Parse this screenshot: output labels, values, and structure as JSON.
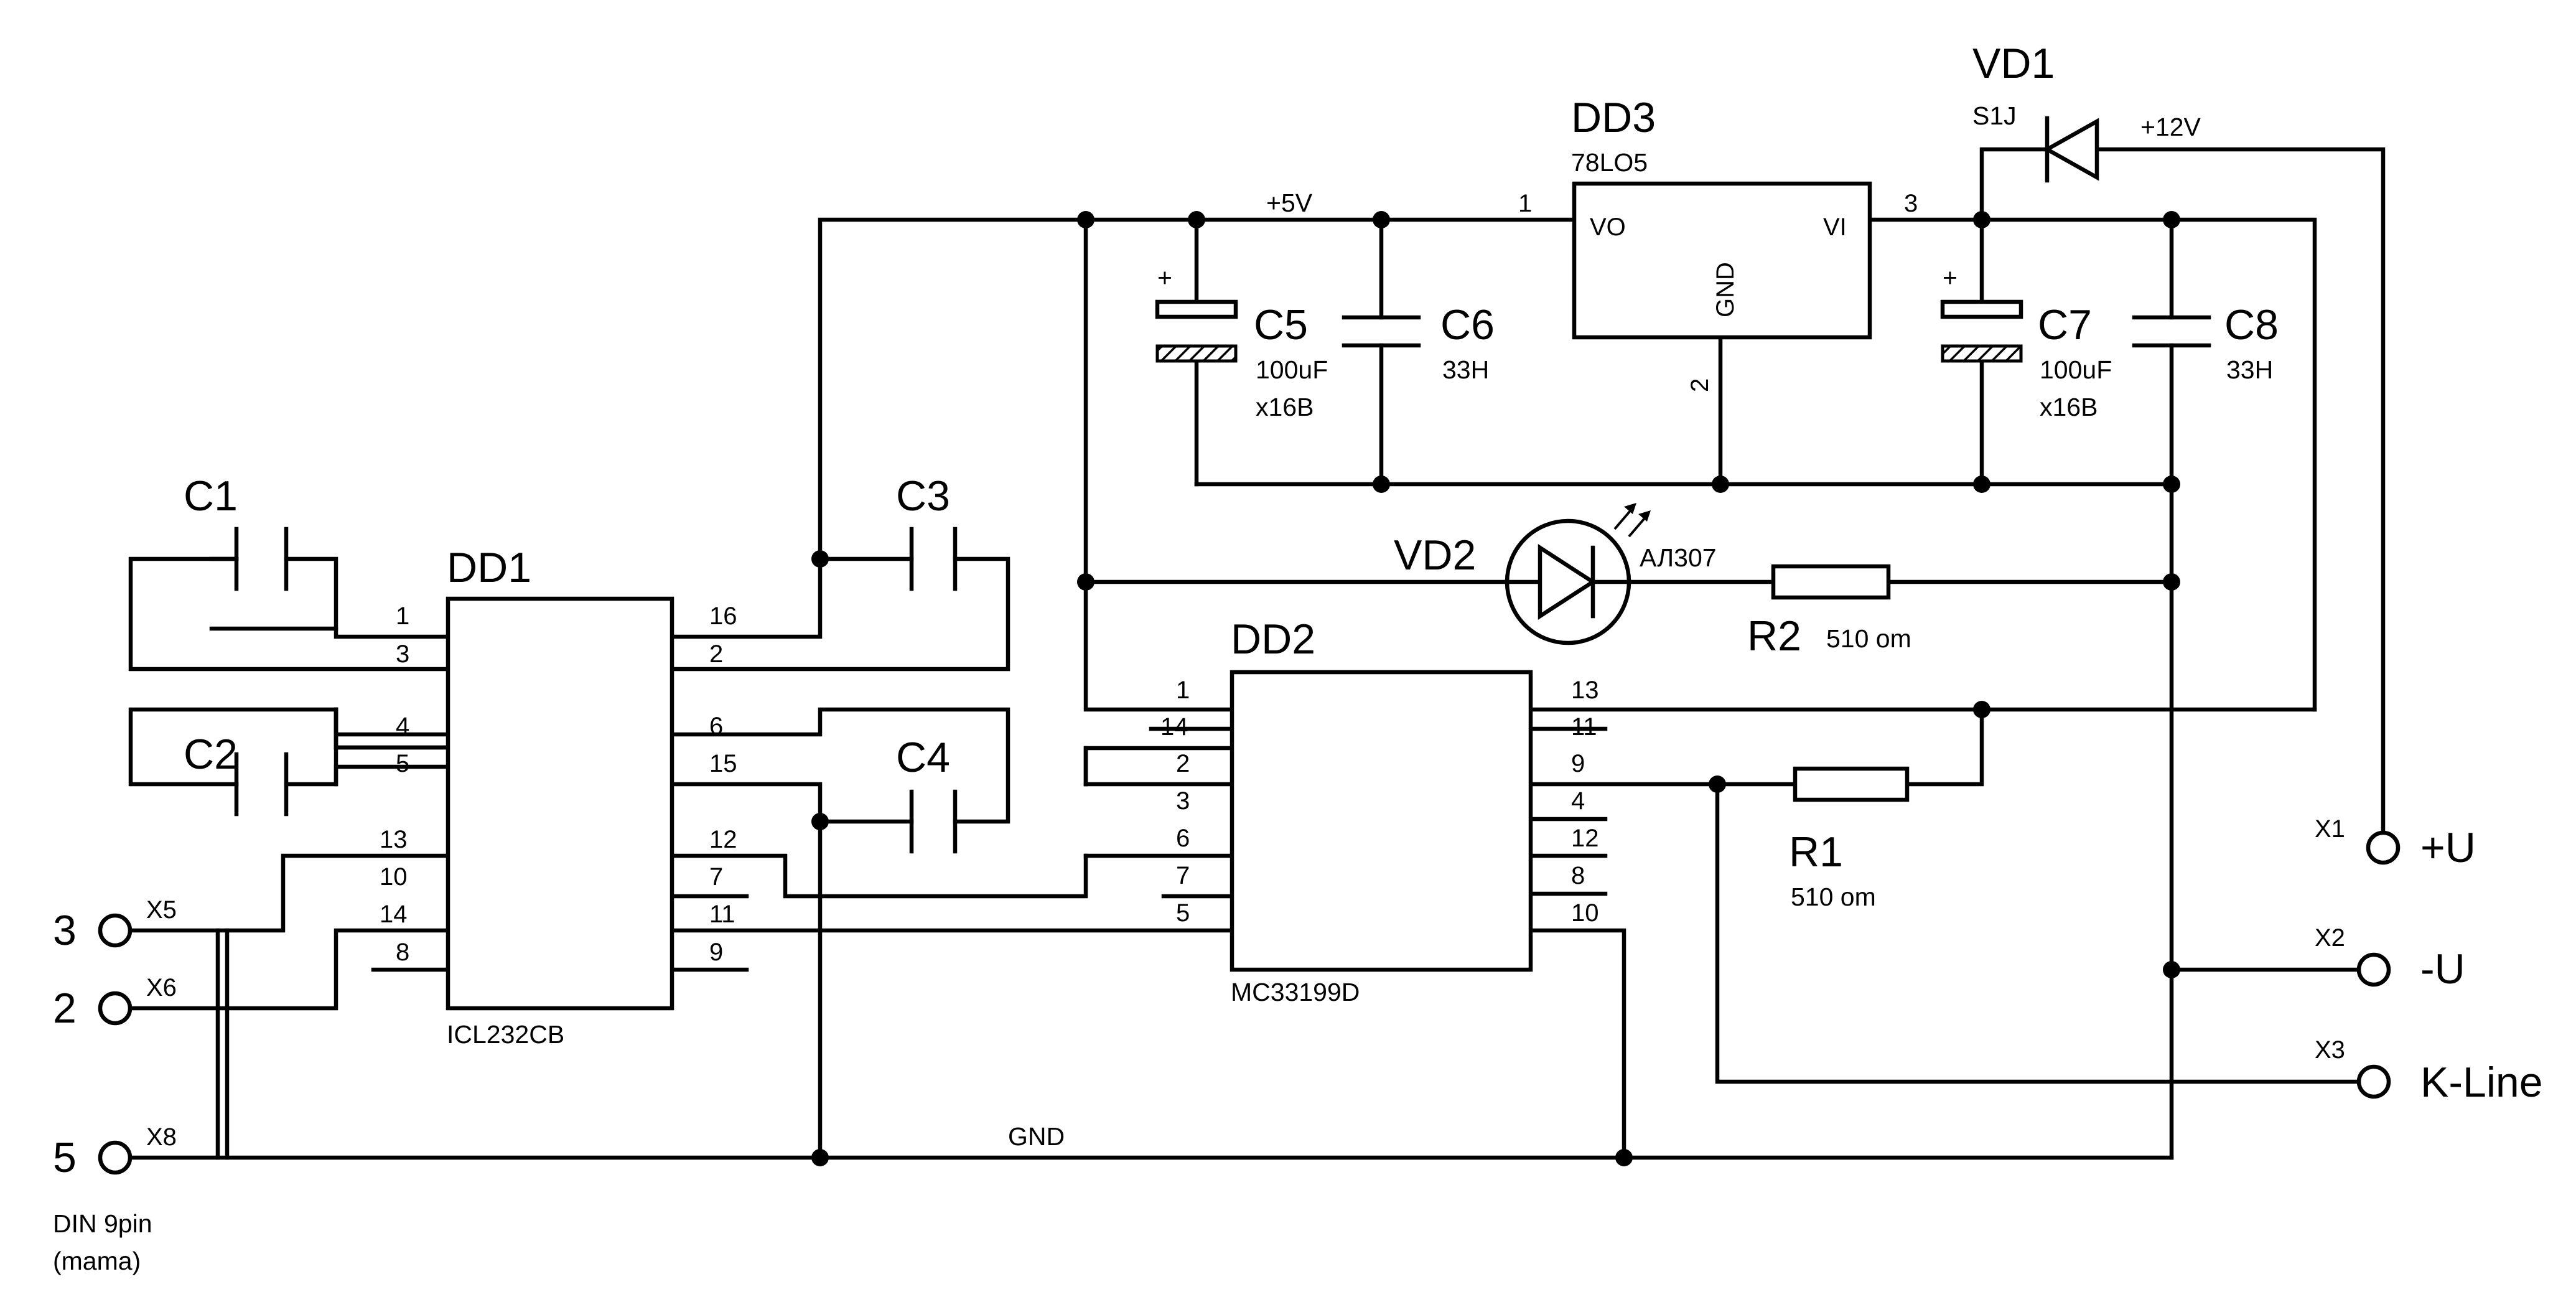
{
  "components": {
    "dd1": {
      "ref": "DD1",
      "part": "ICL232CB",
      "left_pins": [
        "1",
        "3",
        "4",
        "5",
        "13",
        "10",
        "14",
        "8"
      ],
      "right_pins": [
        "16",
        "2",
        "6",
        "15",
        "12",
        "7",
        "11",
        "9"
      ]
    },
    "dd2": {
      "ref": "DD2",
      "part": "MC33199D",
      "left_pins": [
        "1",
        "14",
        "2",
        "3",
        "6",
        "7",
        "5"
      ],
      "right_pins": [
        "13",
        "11",
        "9",
        "4",
        "12",
        "8",
        "10"
      ]
    },
    "dd3": {
      "ref": "DD3",
      "part": "78LO5",
      "pin_vo": "VO",
      "pin_vi": "VI",
      "pin_gnd": "GND",
      "pin1": "1",
      "pin2": "2",
      "pin3": "3"
    },
    "c1": {
      "ref": "C1"
    },
    "c2": {
      "ref": "C2"
    },
    "c3": {
      "ref": "C3"
    },
    "c4": {
      "ref": "C4"
    },
    "c5": {
      "ref": "C5",
      "value": "100uF",
      "voltage": "x16B",
      "polarity": "+"
    },
    "c6": {
      "ref": "C6",
      "value": "33H"
    },
    "c7": {
      "ref": "C7",
      "value": "100uF",
      "voltage": "x16B",
      "polarity": "+"
    },
    "c8": {
      "ref": "C8",
      "value": "33H"
    },
    "vd1": {
      "ref": "VD1",
      "part": "S1J"
    },
    "vd2": {
      "ref": "VD2",
      "part": "АЛ307"
    },
    "r1": {
      "ref": "R1",
      "value": "510 om"
    },
    "r2": {
      "ref": "R2",
      "value": "510 om"
    }
  },
  "nets": {
    "v5": "+5V",
    "v12": "+12V",
    "gnd": "GND"
  },
  "connectors": {
    "x1": {
      "ref": "X1",
      "label": "+U"
    },
    "x2": {
      "ref": "X2",
      "label": "-U"
    },
    "x3": {
      "ref": "X3",
      "label": "K-Line"
    },
    "x5": {
      "ref": "X5",
      "pin": "3"
    },
    "x6": {
      "ref": "X6",
      "pin": "2"
    },
    "x8": {
      "ref": "X8",
      "pin": "5"
    },
    "din_line1": "DIN 9pin",
    "din_line2": "(mama)"
  }
}
